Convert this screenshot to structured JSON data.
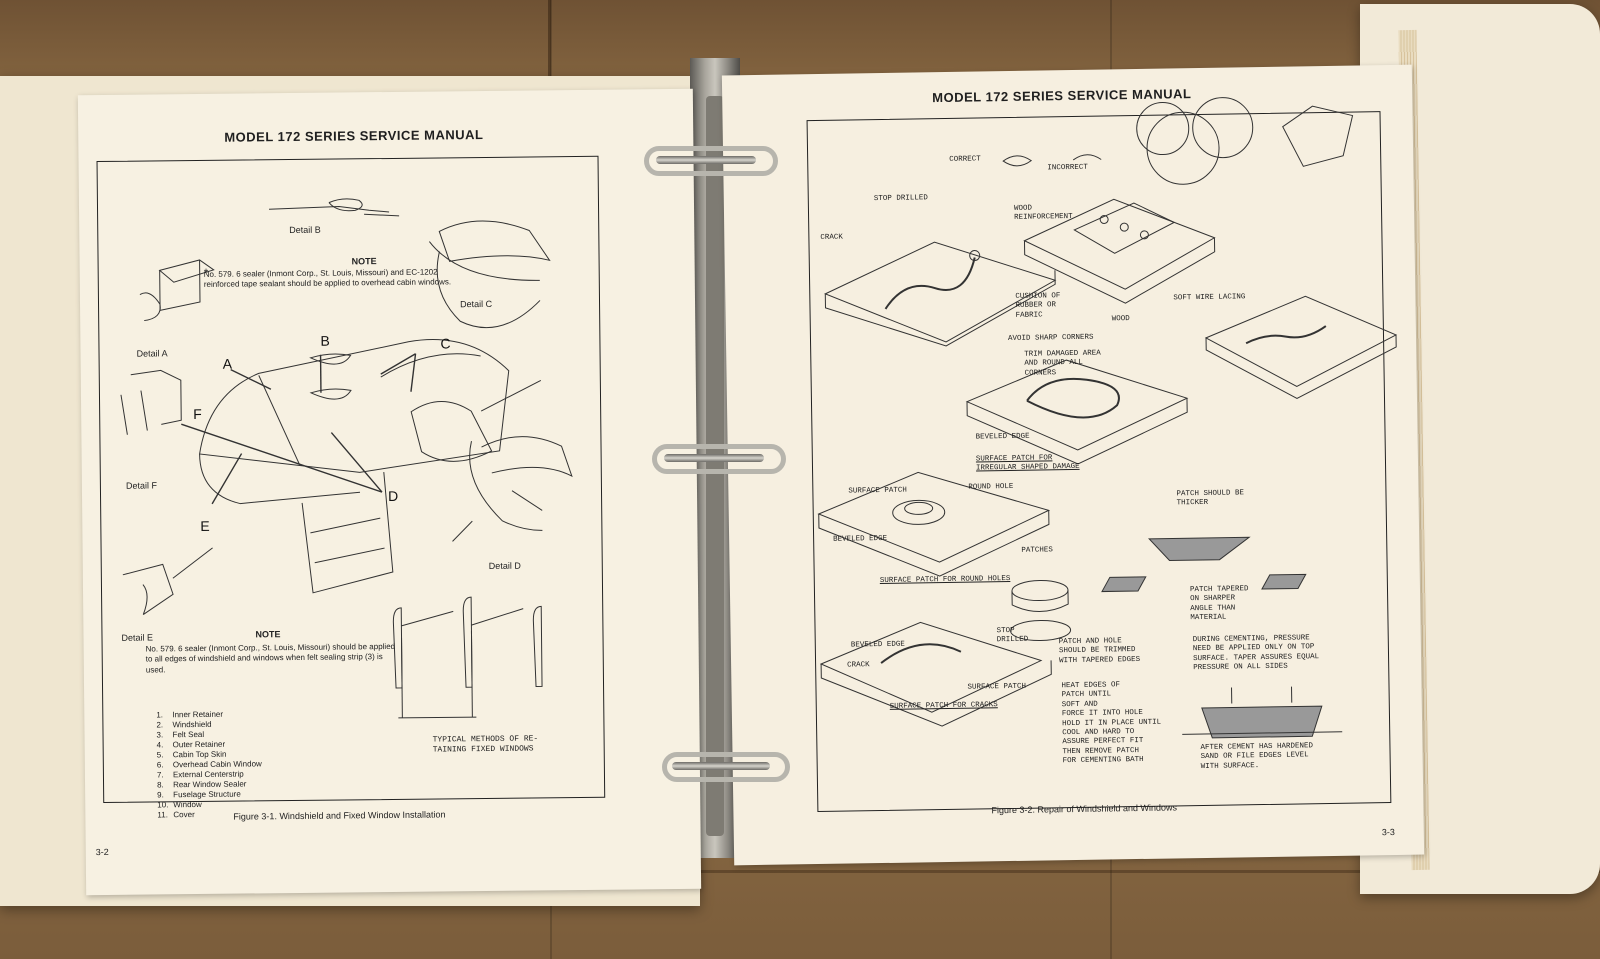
{
  "left_page": {
    "header": "MODEL 172 SERIES SERVICE MANUAL",
    "page_number": "3-2",
    "caption": "Figure 3-1.  Windshield and Fixed Window Installation",
    "details": {
      "a": "Detail A",
      "b": "Detail B",
      "c": "Detail C",
      "d": "Detail D",
      "e": "Detail E",
      "f": "Detail F"
    },
    "view_letters": [
      "A",
      "B",
      "C",
      "D",
      "E",
      "F"
    ],
    "note_top": {
      "title": "NOTE",
      "asterisk": "*",
      "body": "No. 579. 6 sealer (Inmont Corp., St. Louis, Missouri) and EC-1202 reinforced tape sealant should be applied to overhead cabin windows."
    },
    "note_bottom": {
      "title": "NOTE",
      "body": "No. 579. 6 sealer (Inmont Corp., St. Louis, Missouri) should be applied to all edges of windshield and windows when felt sealing strip (3) is used."
    },
    "legend": [
      {
        "num": "1.",
        "text": "Inner Retainer"
      },
      {
        "num": "2.",
        "text": "Windshield"
      },
      {
        "num": "3.",
        "text": "Felt Seal"
      },
      {
        "num": "4.",
        "text": "Outer Retainer"
      },
      {
        "num": "5.",
        "text": "Cabin Top Skin"
      },
      {
        "num": "6.",
        "text": "Overhead Cabin Window"
      },
      {
        "num": "7.",
        "text": "External Centerstrip"
      },
      {
        "num": "8.",
        "text": "Rear Window Sealer"
      },
      {
        "num": "9.",
        "text": "Fuselage Structure"
      },
      {
        "num": "10.",
        "text": "Window"
      },
      {
        "num": "11.",
        "text": "Cover"
      }
    ],
    "typical_methods": "TYPICAL METHODS OF RE-\nTAINING FIXED WINDOWS"
  },
  "right_page": {
    "header": "MODEL 172 SERIES SERVICE MANUAL",
    "page_number": "3-3",
    "caption": "Figure 3-2.  Repair of Windshield and Windows",
    "callouts": {
      "correct": "CORRECT",
      "incorrect": "INCORRECT",
      "stop_drilled": "STOP DRILLED",
      "crack": "CRACK",
      "wood_reinforcement": "WOOD\nREINFORCEMENT",
      "cushion": "CUSHION OF\nRUBBER OR\nFABRIC",
      "wood": "WOOD",
      "soft_wire_lacing": "SOFT WIRE LACING",
      "avoid_sharp_corners": "AVOID SHARP CORNERS",
      "trim_damaged": "TRIM DAMAGED AREA\nAND ROUND ALL\nCORNERS",
      "beveled_edge_1": "BEVELED EDGE",
      "irregular": "SURFACE PATCH FOR\nIRREGULAR SHAPED DAMAGE",
      "surface_patch": "SURFACE PATCH",
      "round_hole": "ROUND HOLE",
      "beveled_edge_2": "BEVELED EDGE",
      "round_holes": "SURFACE PATCH FOR ROUND HOLES",
      "patch_thicker": "PATCH SHOULD BE\nTHICKER",
      "patches": "PATCHES",
      "patch_tapered": "PATCH TAPERED\nON SHARPER\nANGLE THAN\nMATERIAL",
      "stop_drilled_2": "STOP\nDRILLED",
      "beveled_edge_3": "BEVELED EDGE",
      "crack_2": "CRACK",
      "surface_patch_2": "SURFACE PATCH",
      "cracks": "SURFACE PATCH FOR CRACKS",
      "patch_and_hole": "PATCH AND HOLE\nSHOULD BE TRIMMED\nWITH TAPERED EDGES",
      "heat_edges": "HEAT EDGES OF\nPATCH UNTIL\nSOFT AND\nFORCE IT INTO HOLE\nHOLD IT IN PLACE UNTIL\nCOOL AND HARD TO\nASSURE PERFECT FIT\nTHEN REMOVE PATCH\nFOR CEMENTING BATH",
      "during_cementing": "DURING CEMENTING, PRESSURE\nNEED BE APPLIED ONLY ON TOP\nSURFACE. TAPER ASSURES EQUAL\nPRESSURE ON ALL SIDES",
      "after_cement": "AFTER CEMENT HAS HARDENED\nSAND OR FILE EDGES LEVEL\nWITH SURFACE."
    }
  }
}
